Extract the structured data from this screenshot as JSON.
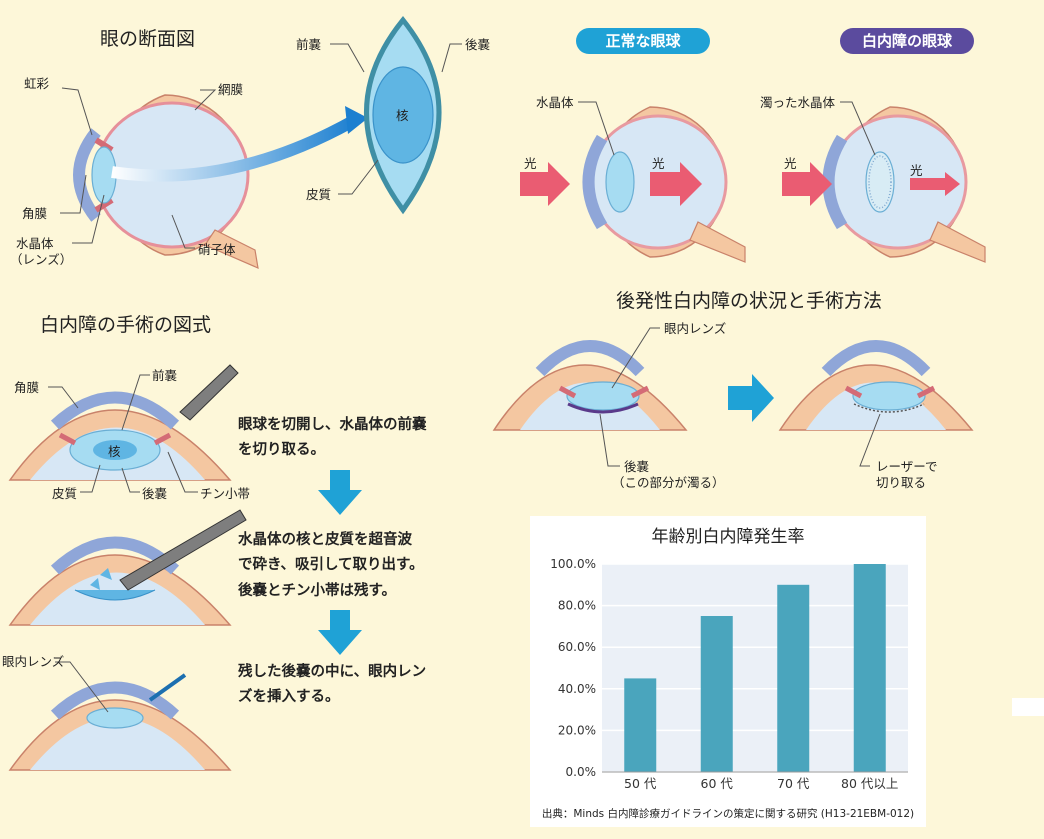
{
  "cross_section": {
    "title": "眼の断面図",
    "labels": {
      "iris": "虹彩",
      "retina": "網膜",
      "cornea": "角膜",
      "lens": "水晶体",
      "lens_paren": "（レンズ）",
      "vitreous": "硝子体"
    }
  },
  "lens_detail": {
    "anterior": "前嚢",
    "posterior": "後嚢",
    "nucleus": "核",
    "cortex": "皮質"
  },
  "comparison": {
    "normal_title": "正常な眼球",
    "cataract_title": "白内障の眼球",
    "normal_label": "水晶体",
    "cloudy_label": "濁った水晶体",
    "light": "光",
    "normal_color": "#1fa2d6",
    "cataract_color": "#5b4b9e"
  },
  "surgery": {
    "title": "白内障の手術の図式",
    "labels": {
      "cornea": "角膜",
      "anterior": "前嚢",
      "nucleus": "核",
      "cortex": "皮質",
      "posterior": "後嚢",
      "zonule": "チン小帯",
      "iol": "眼内レンズ"
    },
    "steps": [
      {
        "lines": [
          "眼球を切開し、水晶体の前嚢",
          "を切り取る。"
        ]
      },
      {
        "lines": [
          "水晶体の核と皮質を超音波",
          "で砕き、吸引して取り出す。",
          "後嚢とチン小帯は残す。"
        ]
      },
      {
        "lines": [
          "残した後嚢の中に、眼内レン",
          "ズを挿入する。"
        ]
      }
    ]
  },
  "secondary": {
    "title": "後発性白内障の状況と手術方法",
    "iol": "眼内レンズ",
    "posterior": "後嚢",
    "posterior_note": "（この部分が濁る）",
    "laser": "レーザーで",
    "laser2": "切り取る"
  },
  "chart_data": {
    "type": "bar",
    "title": "年齢別白内障発生率",
    "categories": [
      "50 代",
      "60 代",
      "70 代",
      "80 代以上"
    ],
    "values": [
      45,
      75,
      90,
      100
    ],
    "ylim": [
      0,
      100
    ],
    "yticks": [
      "0.0%",
      "20.0%",
      "40.0%",
      "60.0%",
      "80.0%",
      "100.0%"
    ],
    "grid": true,
    "bar_color": "#4aa5bd",
    "source": "出典：Minds 白内障診療ガイドラインの策定に関する研究 (H13-21EBM-012)"
  }
}
